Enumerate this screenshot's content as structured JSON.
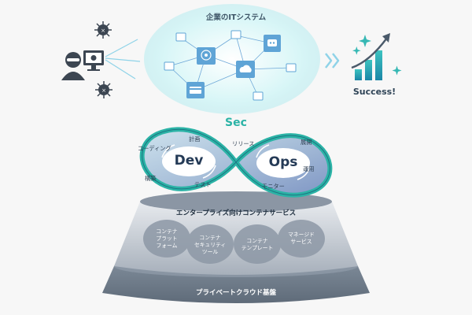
{
  "cloud": {
    "title": "企業のITシステム"
  },
  "success": {
    "label": "Success!"
  },
  "devsecops": {
    "sec": "Sec",
    "dev": "Dev",
    "ops": "Ops",
    "dev_steps": [
      "コーディング",
      "計画",
      "構築",
      "テスト"
    ],
    "ops_steps": [
      "リリース",
      "展開",
      "運用",
      "モニター"
    ]
  },
  "platform": {
    "title": "エンタープライズ向けコンテナサービス",
    "services": [
      "コンテナ\nプラット\nフォーム",
      "コンテナ\nセキュリティ\nツール",
      "コンテナ\nテンプレート",
      "マネージド\nサービス"
    ],
    "base": "プライベートクラウド基盤"
  },
  "colors": {
    "teal": "#2bb3a6",
    "navy": "#243a56",
    "cloud": "#c9f1f3",
    "slate": "#8d98a6",
    "slate_dark": "#6f7b89",
    "node_blue": "#5fa4d6"
  }
}
